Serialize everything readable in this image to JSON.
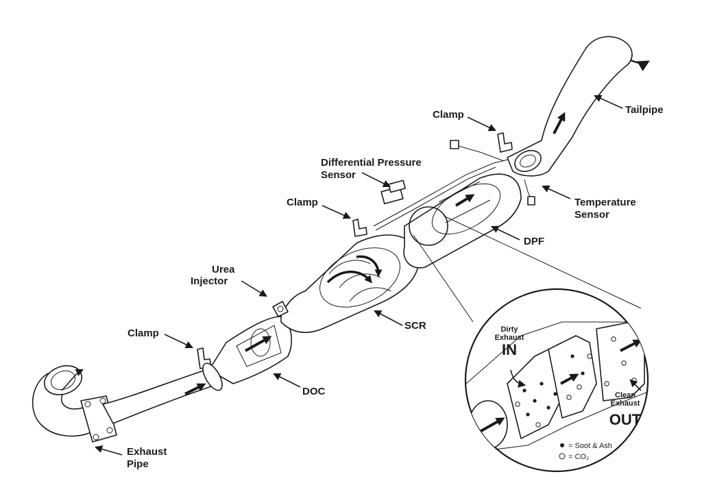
{
  "labels": {
    "tailpipe": "Tailpipe",
    "clamp_top": "Clamp",
    "diff_sensor_line1": "Differential Pressure",
    "diff_sensor_line2": "Sensor",
    "clamp_mid": "Clamp",
    "temp_sensor_line1": "Temperature",
    "temp_sensor_line2": "Sensor",
    "dpf": "DPF",
    "urea_line1": "Urea",
    "urea_line2": "Injector",
    "scr": "SCR",
    "clamp_low": "Clamp",
    "doc": "DOC",
    "exhaust_pipe_line1": "Exhaust",
    "exhaust_pipe_line2": "Pipe"
  },
  "detail": {
    "dirty_line1": "Dirty",
    "dirty_line2": "Exhaust",
    "dirty_in": "IN",
    "clean_line1": "Clean",
    "clean_line2": "Exhaust",
    "clean_out": "OUT",
    "legend_soot": "= Soot & Ash",
    "legend_co2": "= CO₂"
  },
  "colors": {
    "ink": "#1a1a1a",
    "background": "#ffffff"
  }
}
